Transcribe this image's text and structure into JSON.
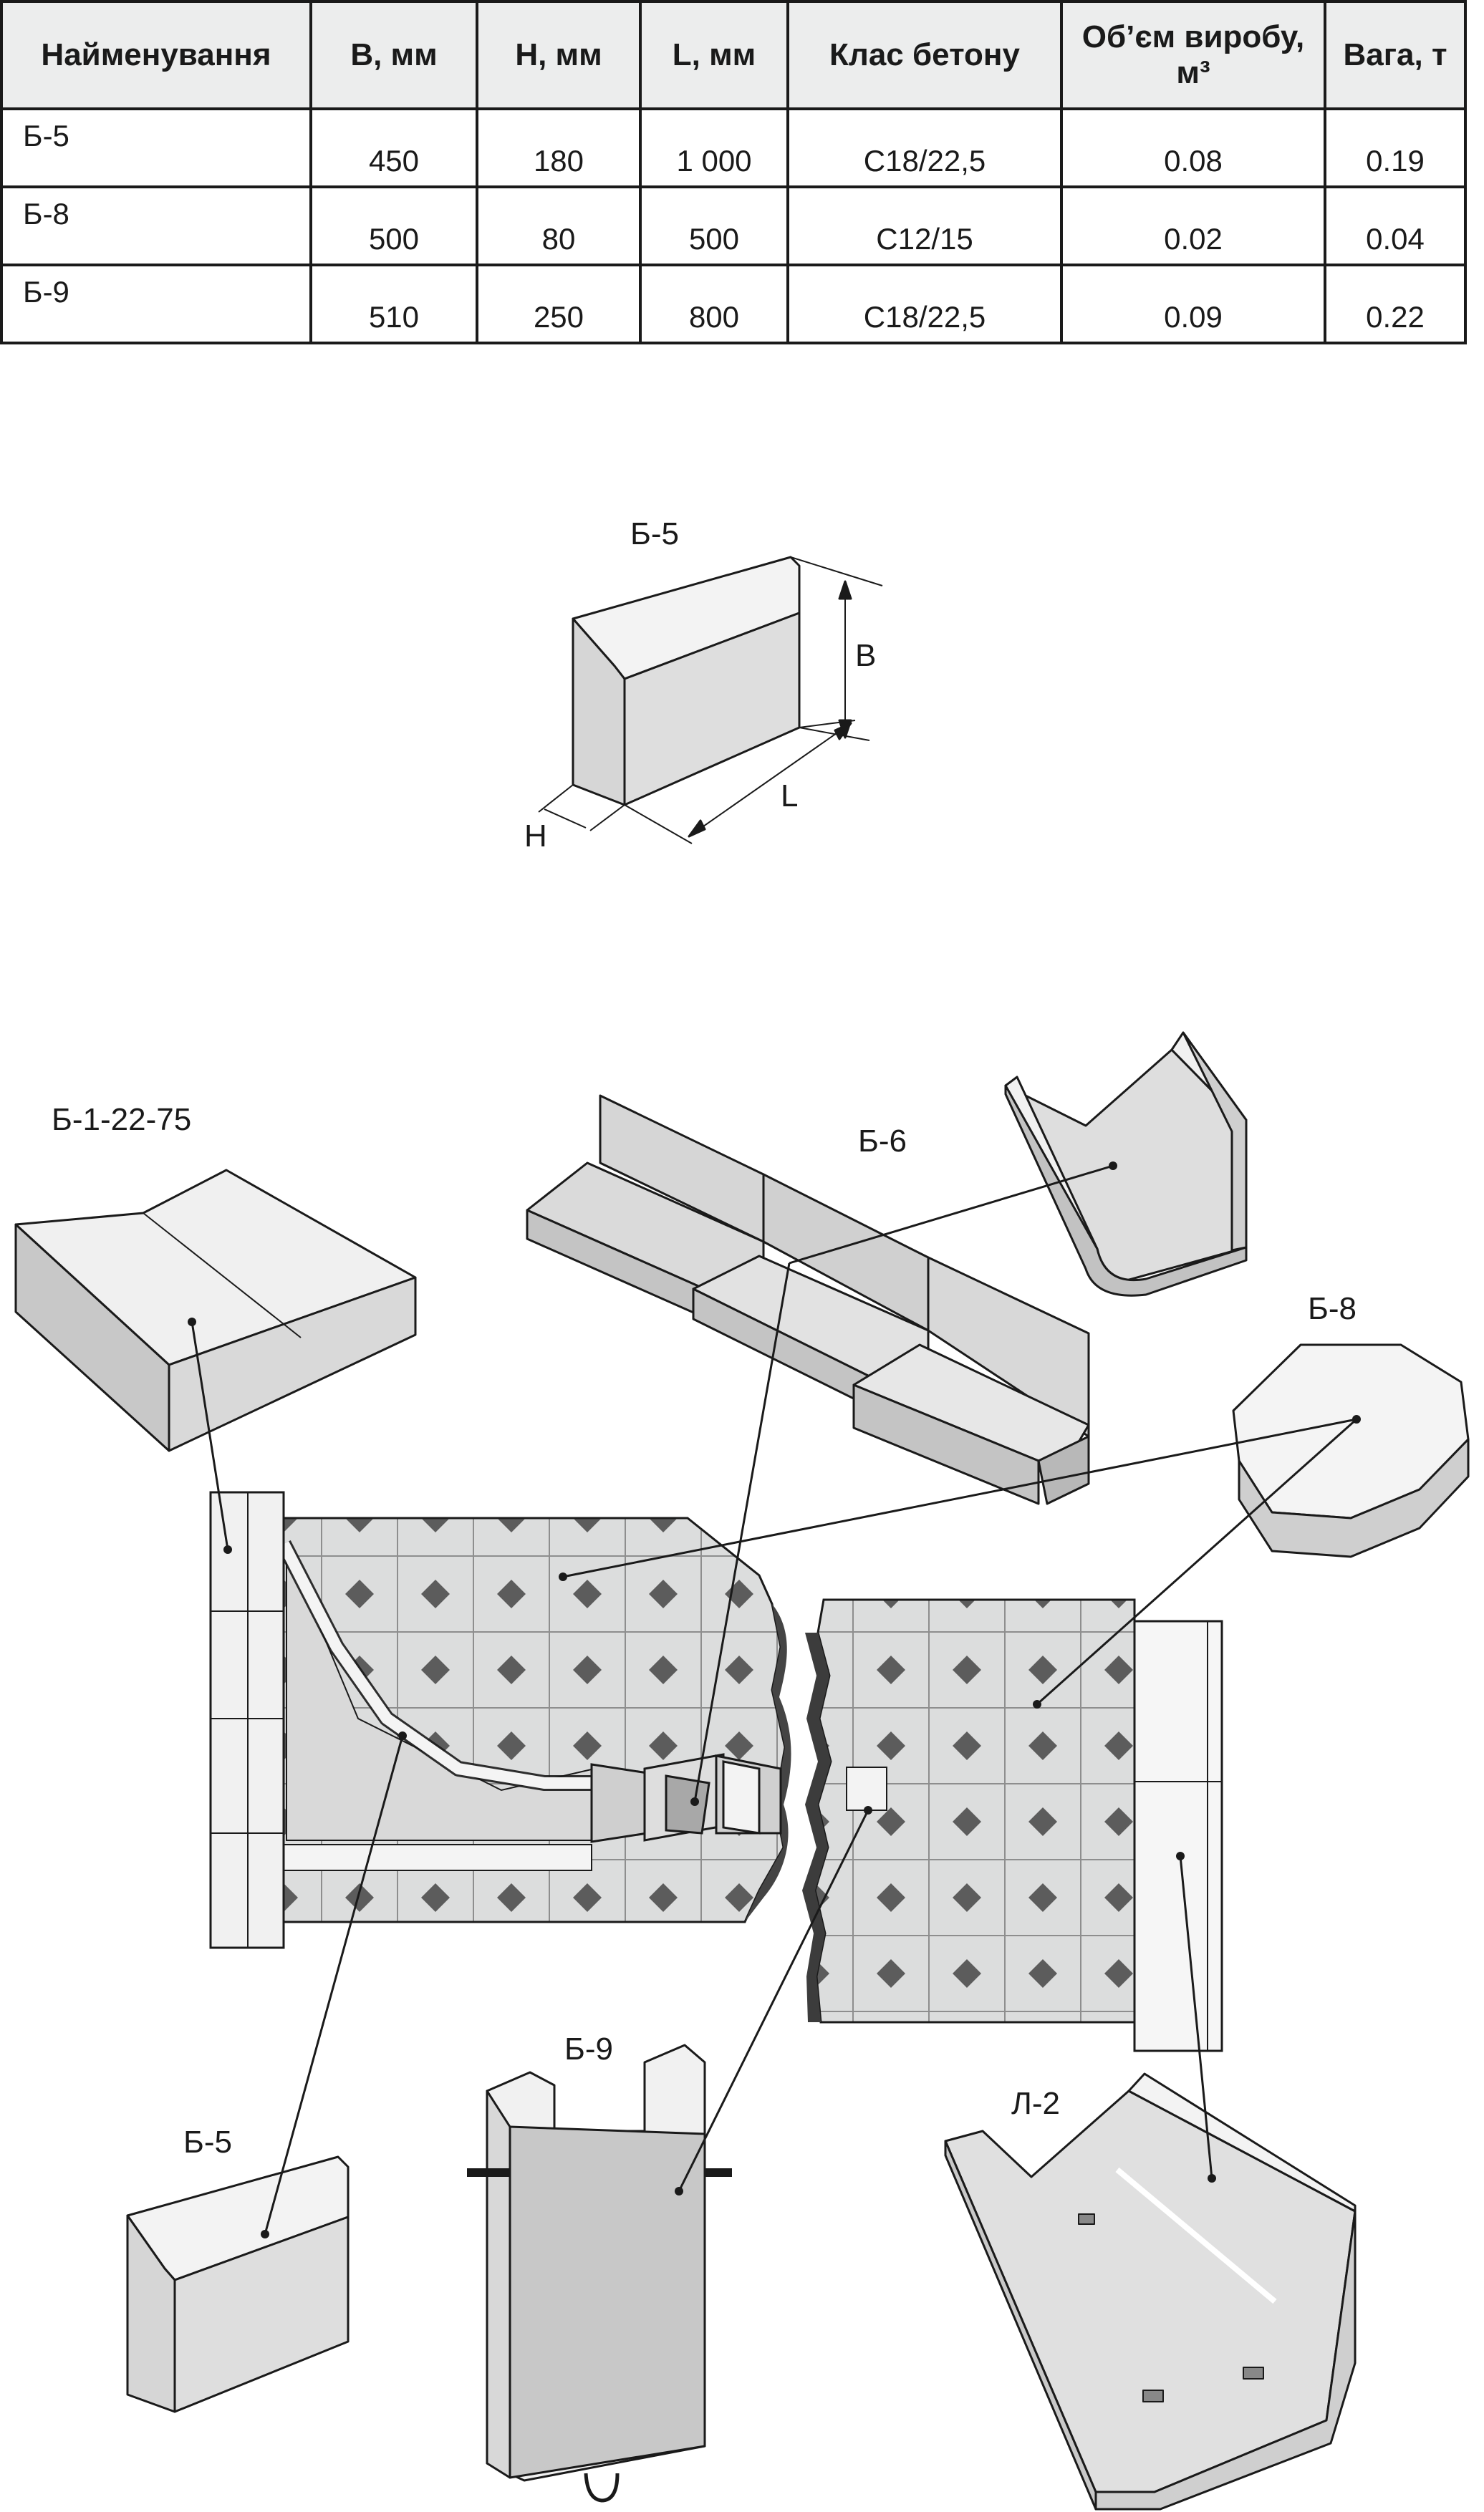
{
  "table": {
    "headers": [
      "Найменування",
      "B, мм",
      "H, мм",
      "L, мм",
      "Клас бетону",
      "Об’єм виробу, м³",
      "Вага, т"
    ],
    "rows": [
      [
        "Б-5",
        "450",
        "180",
        "1 000",
        "C18/22,5",
        "0.08",
        "0.19"
      ],
      [
        "Б-8",
        "500",
        "80",
        "500",
        "C12/15",
        "0.02",
        "0.04"
      ],
      [
        "Б-9",
        "510",
        "250",
        "800",
        "C18/22,5",
        "0.09",
        "0.22"
      ]
    ]
  },
  "dimension_drawing": {
    "title": "Б-5",
    "dim_b": "B",
    "dim_h": "H",
    "dim_l": "L"
  },
  "scheme_labels": {
    "b1": "Б-1-22-75",
    "b6": "Б-6",
    "b8": "Б-8",
    "b5": "Б-5",
    "b9": "Б-9",
    "l2": "Л-2"
  }
}
